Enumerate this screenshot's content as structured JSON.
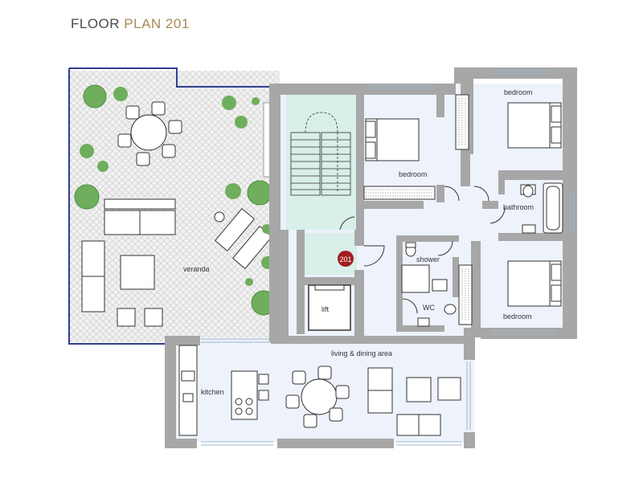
{
  "title": {
    "part1": "FLOOR",
    "part2": "PLAN 201"
  },
  "unit_badge": "201",
  "rooms": {
    "veranda": "veranda",
    "bedroom_top": "bedroom",
    "bedroom_center": "bedroom",
    "bedroom_bottom": "bedroom",
    "bathroom": "bathroom",
    "shower": "shower",
    "wc": "WC",
    "lift": "lift",
    "living": "living & dining area",
    "kitchen": "kitchen"
  },
  "colors": {
    "wall": "#a7a7a7",
    "interior": "#eef2fb",
    "stair": "#d9efe9",
    "badge": "#a11d1d",
    "tree": "#6fae5c",
    "title_accent": "#a88a55"
  }
}
